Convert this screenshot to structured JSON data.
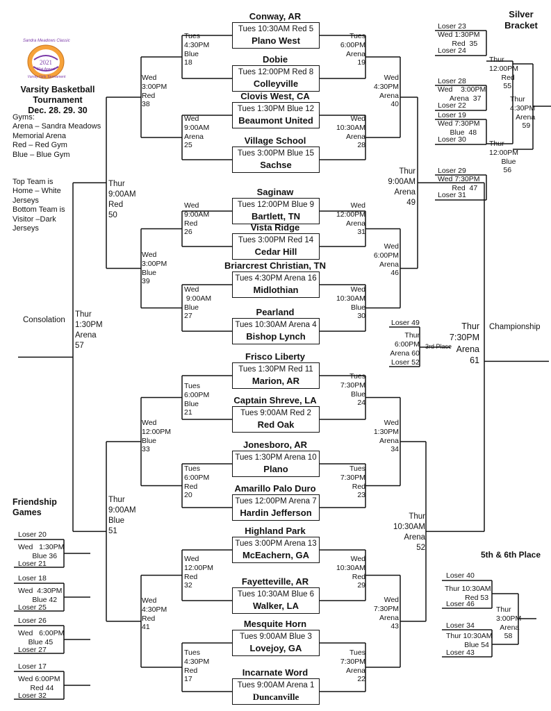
{
  "logo": {
    "lines": [
      "Sandra Meadows Classic",
      "2021",
      "21st Annual",
      "Varsity Girls Tournament"
    ]
  },
  "title": {
    "line1": "Varsity Basketball",
    "line2": "Tournament",
    "line3": "Dec. 28. 29. 30"
  },
  "legend": {
    "gyms_label": "Gyms:",
    "gyms": [
      "Arena – Sandra Meadows",
      "Memorial Arena",
      "Red – Red Gym",
      "Blue – Blue Gym"
    ],
    "home_visitor": [
      "Top Team is",
      "Home – White",
      "Jerseys",
      "Bottom Team is",
      "Visitor –Dark",
      "Jerseys"
    ]
  },
  "round1": [
    {
      "top": "Conway, AR",
      "time": "Tues 10:30AM Red 5",
      "bottom": "Plano West"
    },
    {
      "top": "Dobie",
      "time": "Tues 12:00PM Red 8",
      "bottom": "Colleyville"
    },
    {
      "top": "Clovis West, CA",
      "time": "Tues 1:30PM Blue 12",
      "bottom": "Beaumont United"
    },
    {
      "top": "Village School",
      "time": "Tues 3:00PM Blue 15",
      "bottom": "Sachse"
    },
    {
      "top": "Saginaw",
      "time": "Tues 12:00PM Blue 9",
      "bottom": "Bartlett, TN"
    },
    {
      "top": "Vista Ridge",
      "time": "Tues 3:00PM Red 14",
      "bottom": "Cedar Hill"
    },
    {
      "top": "Briarcrest Christian, TN",
      "time": "Tues 4:30PM Arena 16",
      "bottom": "Midlothian"
    },
    {
      "top": "Pearland",
      "time": "Tues 10:30AM Arena 4",
      "bottom": "Bishop Lynch"
    },
    {
      "top": "Frisco Liberty",
      "time": "Tues 1:30PM Red 11",
      "bottom": "Marion, AR"
    },
    {
      "top": "Captain Shreve, LA",
      "time": "Tues 9:00AM Red  2",
      "bottom": "Red Oak"
    },
    {
      "top": "Jonesboro, AR",
      "time": "Tues 1:30PM Arena 10",
      "bottom": "Plano"
    },
    {
      "top": "Amarillo Palo Duro",
      "time": "Tues 12:00PM Arena 7",
      "bottom": "Hardin Jefferson"
    },
    {
      "top": "Highland Park",
      "time": "Tues 3:00PM Arena 13",
      "bottom": "McEachern, GA"
    },
    {
      "top": "Fayetteville, AR",
      "time": "Tues 10:30AM Blue 6",
      "bottom": "Walker, LA"
    },
    {
      "top": "Mesquite Horn",
      "time": "Tues 9:00AM Blue 3",
      "bottom": "Lovejoy, GA"
    },
    {
      "top": "Incarnate Word",
      "time": "Tues 9:00AM Arena 1",
      "bottom": "Duncanville"
    }
  ],
  "games": {
    "g18": "Tues\n4:30PM\nBlue\n18",
    "g19": "Tues\n6:00PM\nArena\n19",
    "g25": "Wed\n9:00AM\nArena\n25",
    "g28": "Wed\n10:30AM\nArena\n28",
    "g26": "Wed\n9:00AM\nRed\n26",
    "g31": "Wed\n12:00PM\nArena\n31",
    "g27": "Wed\n 9:00AM\nBlue\n27",
    "g30": "Wed\n10:30AM\nBlue\n30",
    "g38": "Wed\n3:00PM\nRed\n38",
    "g40": "Wed\n4:30PM\nArena\n40",
    "g39": "Wed\n3:00PM\nBlue\n39",
    "g46": "Wed\n6:00PM\nArena\n46",
    "g50": "Thur\n9:00AM\nRed\n50",
    "g49": "Thur\n9:00AM\nArena\n49",
    "g57": "Thur\n1:30PM\nArena\n57",
    "g21": "Tues\n6:00PM\nBlue\n21",
    "g24": "Tues\n7:30PM\nBlue\n24",
    "g20": "Tues\n6:00PM\nRed\n20",
    "g23": "Tues\n7:30PM\nRed\n23",
    "g32": "Wed\n12:00PM\nRed\n32",
    "g29": "Wed\n10:30AM\nRed\n29",
    "g17": "Tues\n4:30PM\nRed\n17",
    "g22": "Tues\n7:30PM\nArena\n22",
    "g33": "Wed\n12:00PM\nBlue\n33",
    "g34": "Wed\n1:30PM\nArena\n34",
    "g41": "Wed\n4:30PM\nRed\n41",
    "g43": "Wed\n7:30PM\nArena\n43",
    "g51": "Thur\n9:00AM\nBlue\n51",
    "g52": "Thur\n10:30AM\nArena\n52"
  },
  "consolation": "Consolation",
  "championship": {
    "label": "Championship",
    "game": "Thur\n7:30PM\nArena\n61"
  },
  "third_place": {
    "loser_top": "Loser 49",
    "game": "Thur\n6:00PM\nArena 60",
    "loser_bottom": "Loser 52",
    "label": "3rd Place"
  },
  "silver": {
    "title_line1": "Silver",
    "title_line2": "Bracket",
    "games": [
      {
        "loser_top": "Loser 23",
        "game": "Wed 1:30PM\n       Red  35",
        "loser_bottom": "Loser 24"
      },
      {
        "loser_top": "Loser 28",
        "game": "Wed    3:00PM\n      Arena  37",
        "loser_bottom": "Loser 22"
      },
      {
        "loser_top": "Loser 19",
        "game": "Wed 7:30PM\n      Blue  48",
        "loser_bottom": "Loser 30"
      },
      {
        "loser_top": "Loser 29",
        "game": "Wed 7:30PM\n       Red  47",
        "loser_bottom": "Loser 31"
      }
    ],
    "semi1": "Thur\n12:00PM\n      Red\n       55",
    "semi2": "Thur\n12:00PM\n      Blue\n       56",
    "final": "Thur\n4:30PM\n   Arena\n      59"
  },
  "friendship": {
    "title_line1": "Friendship",
    "title_line2": "Games",
    "games": [
      {
        "loser_top": "Loser 20",
        "game": "Wed   1:30PM\n       Blue 36",
        "loser_bottom": "Loser 21"
      },
      {
        "loser_top": "Loser 18",
        "game": "Wed  4:30PM\n       Blue 42",
        "loser_bottom": "Loser 25"
      },
      {
        "loser_top": "Loser 26",
        "game": "Wed   6:00PM\n     Blue 45",
        "loser_bottom": "Loser 27"
      },
      {
        "loser_top": "Loser 17",
        "game": "Wed 6:00PM\n      Red 44",
        "loser_bottom": "Loser 32"
      }
    ]
  },
  "fifth_sixth": {
    "title": "5th & 6th Place",
    "game1": {
      "loser_top": "Loser 40",
      "game": "Thur 10:30AM\n          Red 53",
      "loser_bottom": "Loser 46"
    },
    "game2": {
      "loser_top": "Loser 34",
      "game": "Thur 10:30AM\n         Blue 54",
      "loser_bottom": "Loser 43"
    },
    "final": "Thur\n3:00PM\n  Arena\n    58"
  }
}
